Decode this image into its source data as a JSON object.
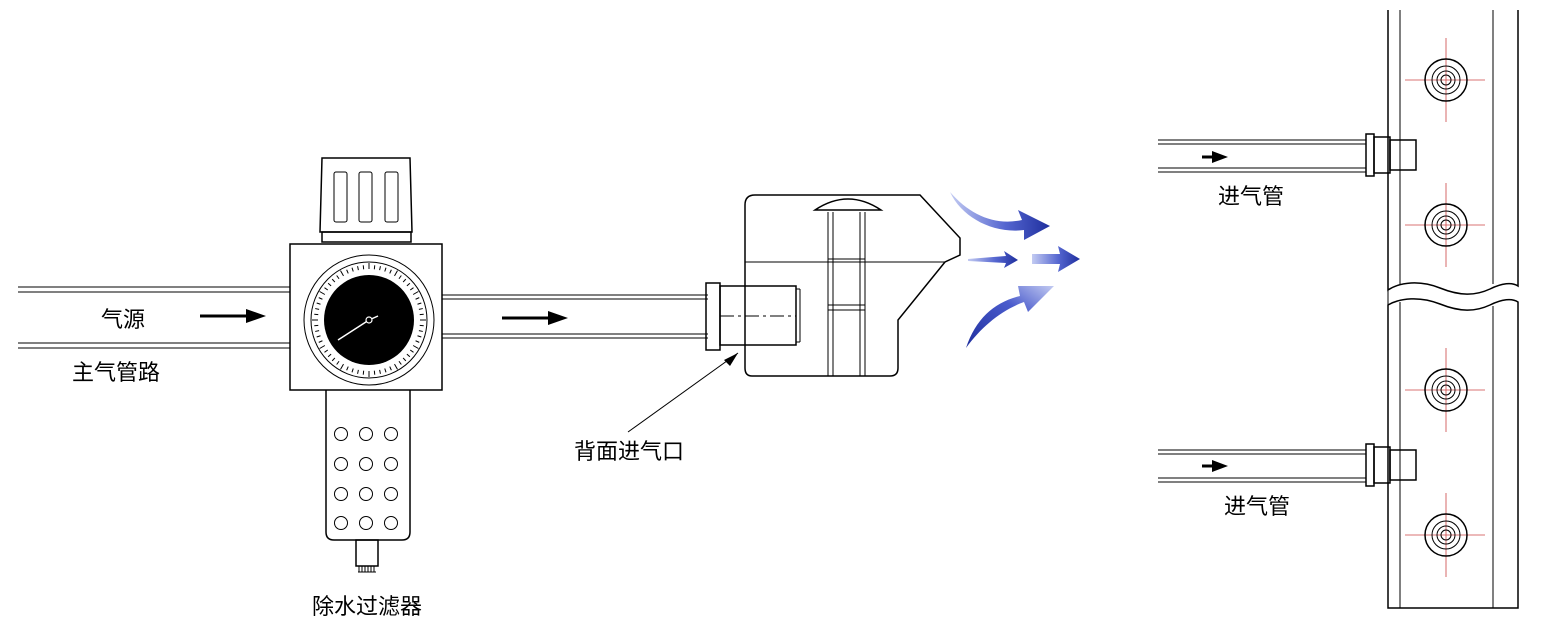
{
  "labels": {
    "air_source": "气源",
    "main_air_line": "主气管路",
    "water_filter": "除水过滤器",
    "rear_inlet": "背面进气口",
    "inlet_pipe_top": "进气管",
    "inlet_pipe_bottom": "进气管"
  },
  "colors": {
    "line": "#000000",
    "airflow_dark": "#1f2f9e",
    "airflow_light": "#b8c2f0",
    "centerline": "#cc4444"
  },
  "icons": {
    "flow_arrow": "right-arrow-icon",
    "airflow": "curved-blue-arrow-icon",
    "pressure_gauge": "gauge-icon"
  }
}
